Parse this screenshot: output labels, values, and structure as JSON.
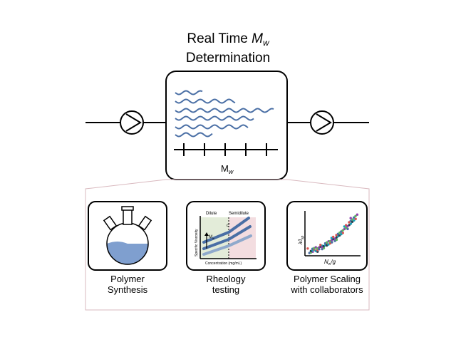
{
  "title": {
    "line1_prefix": "Real Time ",
    "symbol": "M",
    "symbol_sub": "w",
    "line2": "Determination"
  },
  "detector": {
    "axis_symbol": "M",
    "axis_sub": "w"
  },
  "panels": [
    {
      "caption_line1": "Polymer",
      "caption_line2": "Synthesis"
    },
    {
      "caption_line1": "Rheology",
      "caption_line2": "testing",
      "dilute_label": "Dilute",
      "semidilute_label": "Semidilute",
      "ylabel": "Specific Viscosity",
      "xlabel": "Concentration (mg/mL)",
      "mw_symbol": "M",
      "mw_sub": "w",
      "cstar_symbol": "c",
      "cstar_sup": "*"
    },
    {
      "caption_line1": "Polymer Scaling",
      "caption_line2": "with collaborators",
      "ylabel": "λ/l",
      "ylabel_sub": "sp",
      "xlabel": "N",
      "xlabel_sub": "w",
      "xlabel_suffix": "/g"
    }
  ],
  "colors": {
    "wave": "#4a6fa5",
    "liquid": "#7f9fcf",
    "dilute_bg": "#e3ecd9",
    "semidilute_bg": "#f3dde0"
  }
}
